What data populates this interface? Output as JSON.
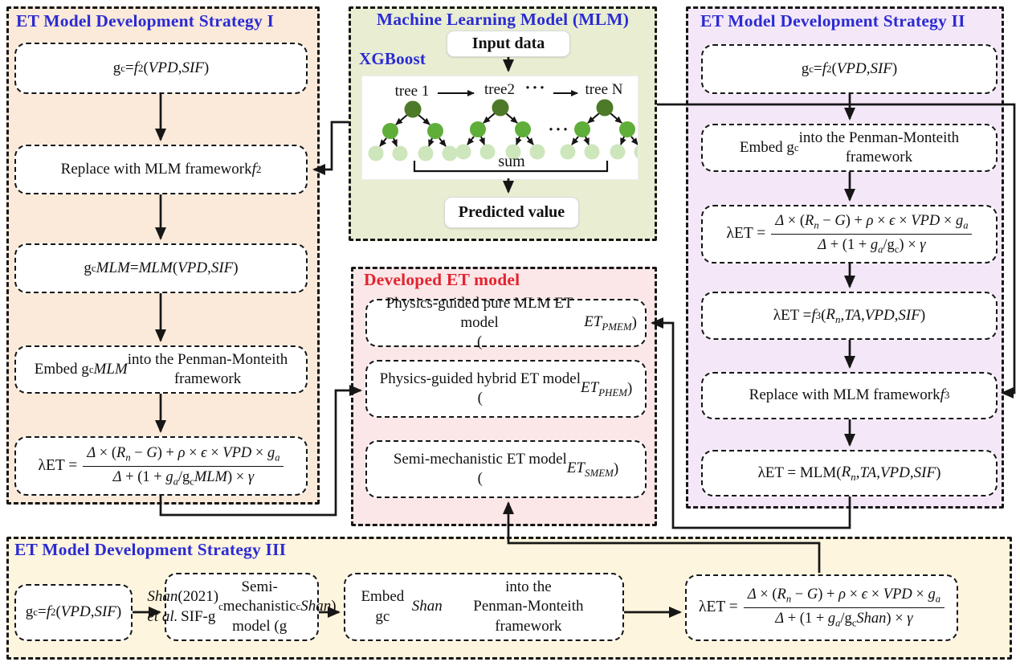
{
  "colors": {
    "border": "#161616",
    "title_blue": "#2b2bd2",
    "title_red": "#e32330",
    "panel1_bg": "#fbead9",
    "mlm_bg": "#e9eed3",
    "panel2_bg": "#f4e8f8",
    "developed_bg": "#fbe7e7",
    "panel3_bg": "#fdf5dd",
    "node_dark": "#4d7a28",
    "node_mid": "#5fae3a",
    "node_light": "#cde6bc"
  },
  "strategy1": {
    "title": "ET Model Development Strategy I",
    "box1": "g<sub>c</sub> = <i>f</i><sub>2</sub>(<i>VPD</i>, <i>SIF</i>)",
    "box2": "Replace with MLM framework <i>f</i><sub>2</sub>",
    "box3": "g<sub>c</sub><i>MLM</i> = <i>MLM</i>(<i>VPD</i>, <i>SIF</i>)",
    "box4": "Embed g<sub>c</sub><i>MLM</i> into the Penman-Monteith<br>framework",
    "box5": {
      "prefix": "λET =",
      "numerator": "<i>Δ</i> × (<i>R<sub>n</sub></i> − <i>G</i>) + <i>ρ</i> × <i>ϵ</i> × <i>VPD</i> × <i>g<sub>a</sub></i>",
      "denominator": "<i>Δ</i> + (1 + <i>g<sub>a</sub></i>/g<sub>c</sub><i>MLM</i>) × <i>γ</i>"
    }
  },
  "mlm": {
    "title": "Machine Learning Model (MLM)",
    "subtitle": "XGBoost",
    "input_label": "Input data",
    "tree1_label": "tree 1",
    "tree2_label": "tree2",
    "treeN_label": "tree N",
    "ellipsis": "···",
    "sum_label": "sum",
    "predicted_label": "Predicted value"
  },
  "strategy2": {
    "title": "ET Model Development Strategy II",
    "box1": "g<sub>c</sub> = <i>f</i><sub>2</sub>(<i>VPD</i>, <i>SIF</i>)",
    "box2": "Embed g<sub>c</sub> into the Penman-Monteith<br>framework",
    "box3": {
      "prefix": "λET =",
      "numerator": "<i>Δ</i> × (<i>R<sub>n</sub></i> − <i>G</i>) + <i>ρ</i> × <i>ϵ</i> × <i>VPD</i> × <i>g<sub>a</sub></i>",
      "denominator": "<i>Δ</i> + (1 + <i>g<sub>a</sub></i>/g<sub>c</sub>) × <i>γ</i>"
    },
    "box4": "λET = <i>f</i><sub>3</sub>(<i>R<sub>n</sub></i>, <i>TA</i>, <i>VPD</i>, <i>SIF</i>)",
    "box5": "Replace with MLM framework <i>f</i><sub>3</sub>",
    "box6": "λET = MLM(<i>R<sub>n</sub></i>, <i>TA</i>, <i>VPD</i>, <i>SIF</i>)"
  },
  "developed": {
    "title": "Developed ET model",
    "box1": "Physics-guided pure MLM ET model<br>(<i>ET<sub>PMEM</sub></i>)",
    "box2": "Physics-guided hybrid ET model<br>(<i>ET<sub>PHEM</sub></i>)",
    "box3": "Semi-mechanistic ET model<br>(<i>ET<sub>SMEM</sub></i>)"
  },
  "strategy3": {
    "title": "ET Model Development Strategy III",
    "box1": "g<sub>c</sub> = <i>f</i><sub>2</sub>(<i>VPD</i>, <i>SIF</i>)",
    "box2": "<i>Shan et al.</i> (2021)<br>SIF-g<sub>c</sub> Semi-mechanistic<br>model (g<sub>c</sub><i>Shan</i>)",
    "box3": "Embed gc<i>Shan</i> into the<br>Penman-Monteith framework",
    "box4": {
      "prefix": "λET =",
      "numerator": "<i>Δ</i> × (<i>R<sub>n</sub></i> − <i>G</i>) + <i>ρ</i> × <i>ϵ</i> × <i>VPD</i> × <i>g<sub>a</sub></i>",
      "denominator": "<i>Δ</i> + (1 + <i>g<sub>a</sub></i>/g<sub>c</sub><i>Shan</i>) × <i>γ</i>"
    }
  }
}
